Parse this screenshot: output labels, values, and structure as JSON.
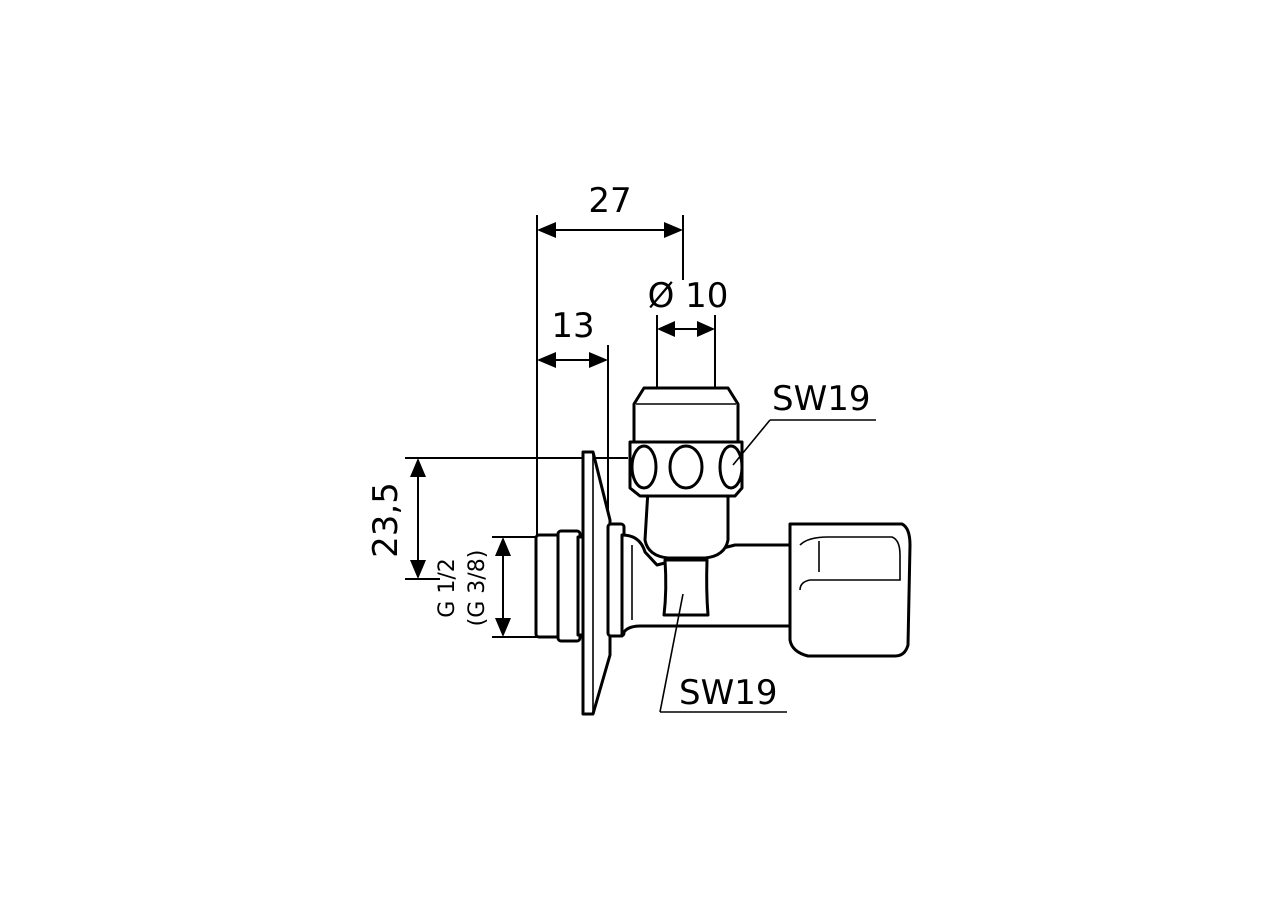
{
  "diagram": {
    "type": "technical-drawing",
    "subject": "angle valve with wall flange",
    "background": "#ffffff",
    "line_color": "#000000",
    "dimensions": {
      "overall_depth": "27",
      "spindle_diameter": "Ø 10",
      "wall_to_flange": "13",
      "height_offset": "23,5"
    },
    "thread": {
      "primary": "G 1/2",
      "alternate": "(G 3/8)"
    },
    "wrench_sizes": {
      "top_nut": "SW19",
      "outlet": "SW19"
    }
  }
}
